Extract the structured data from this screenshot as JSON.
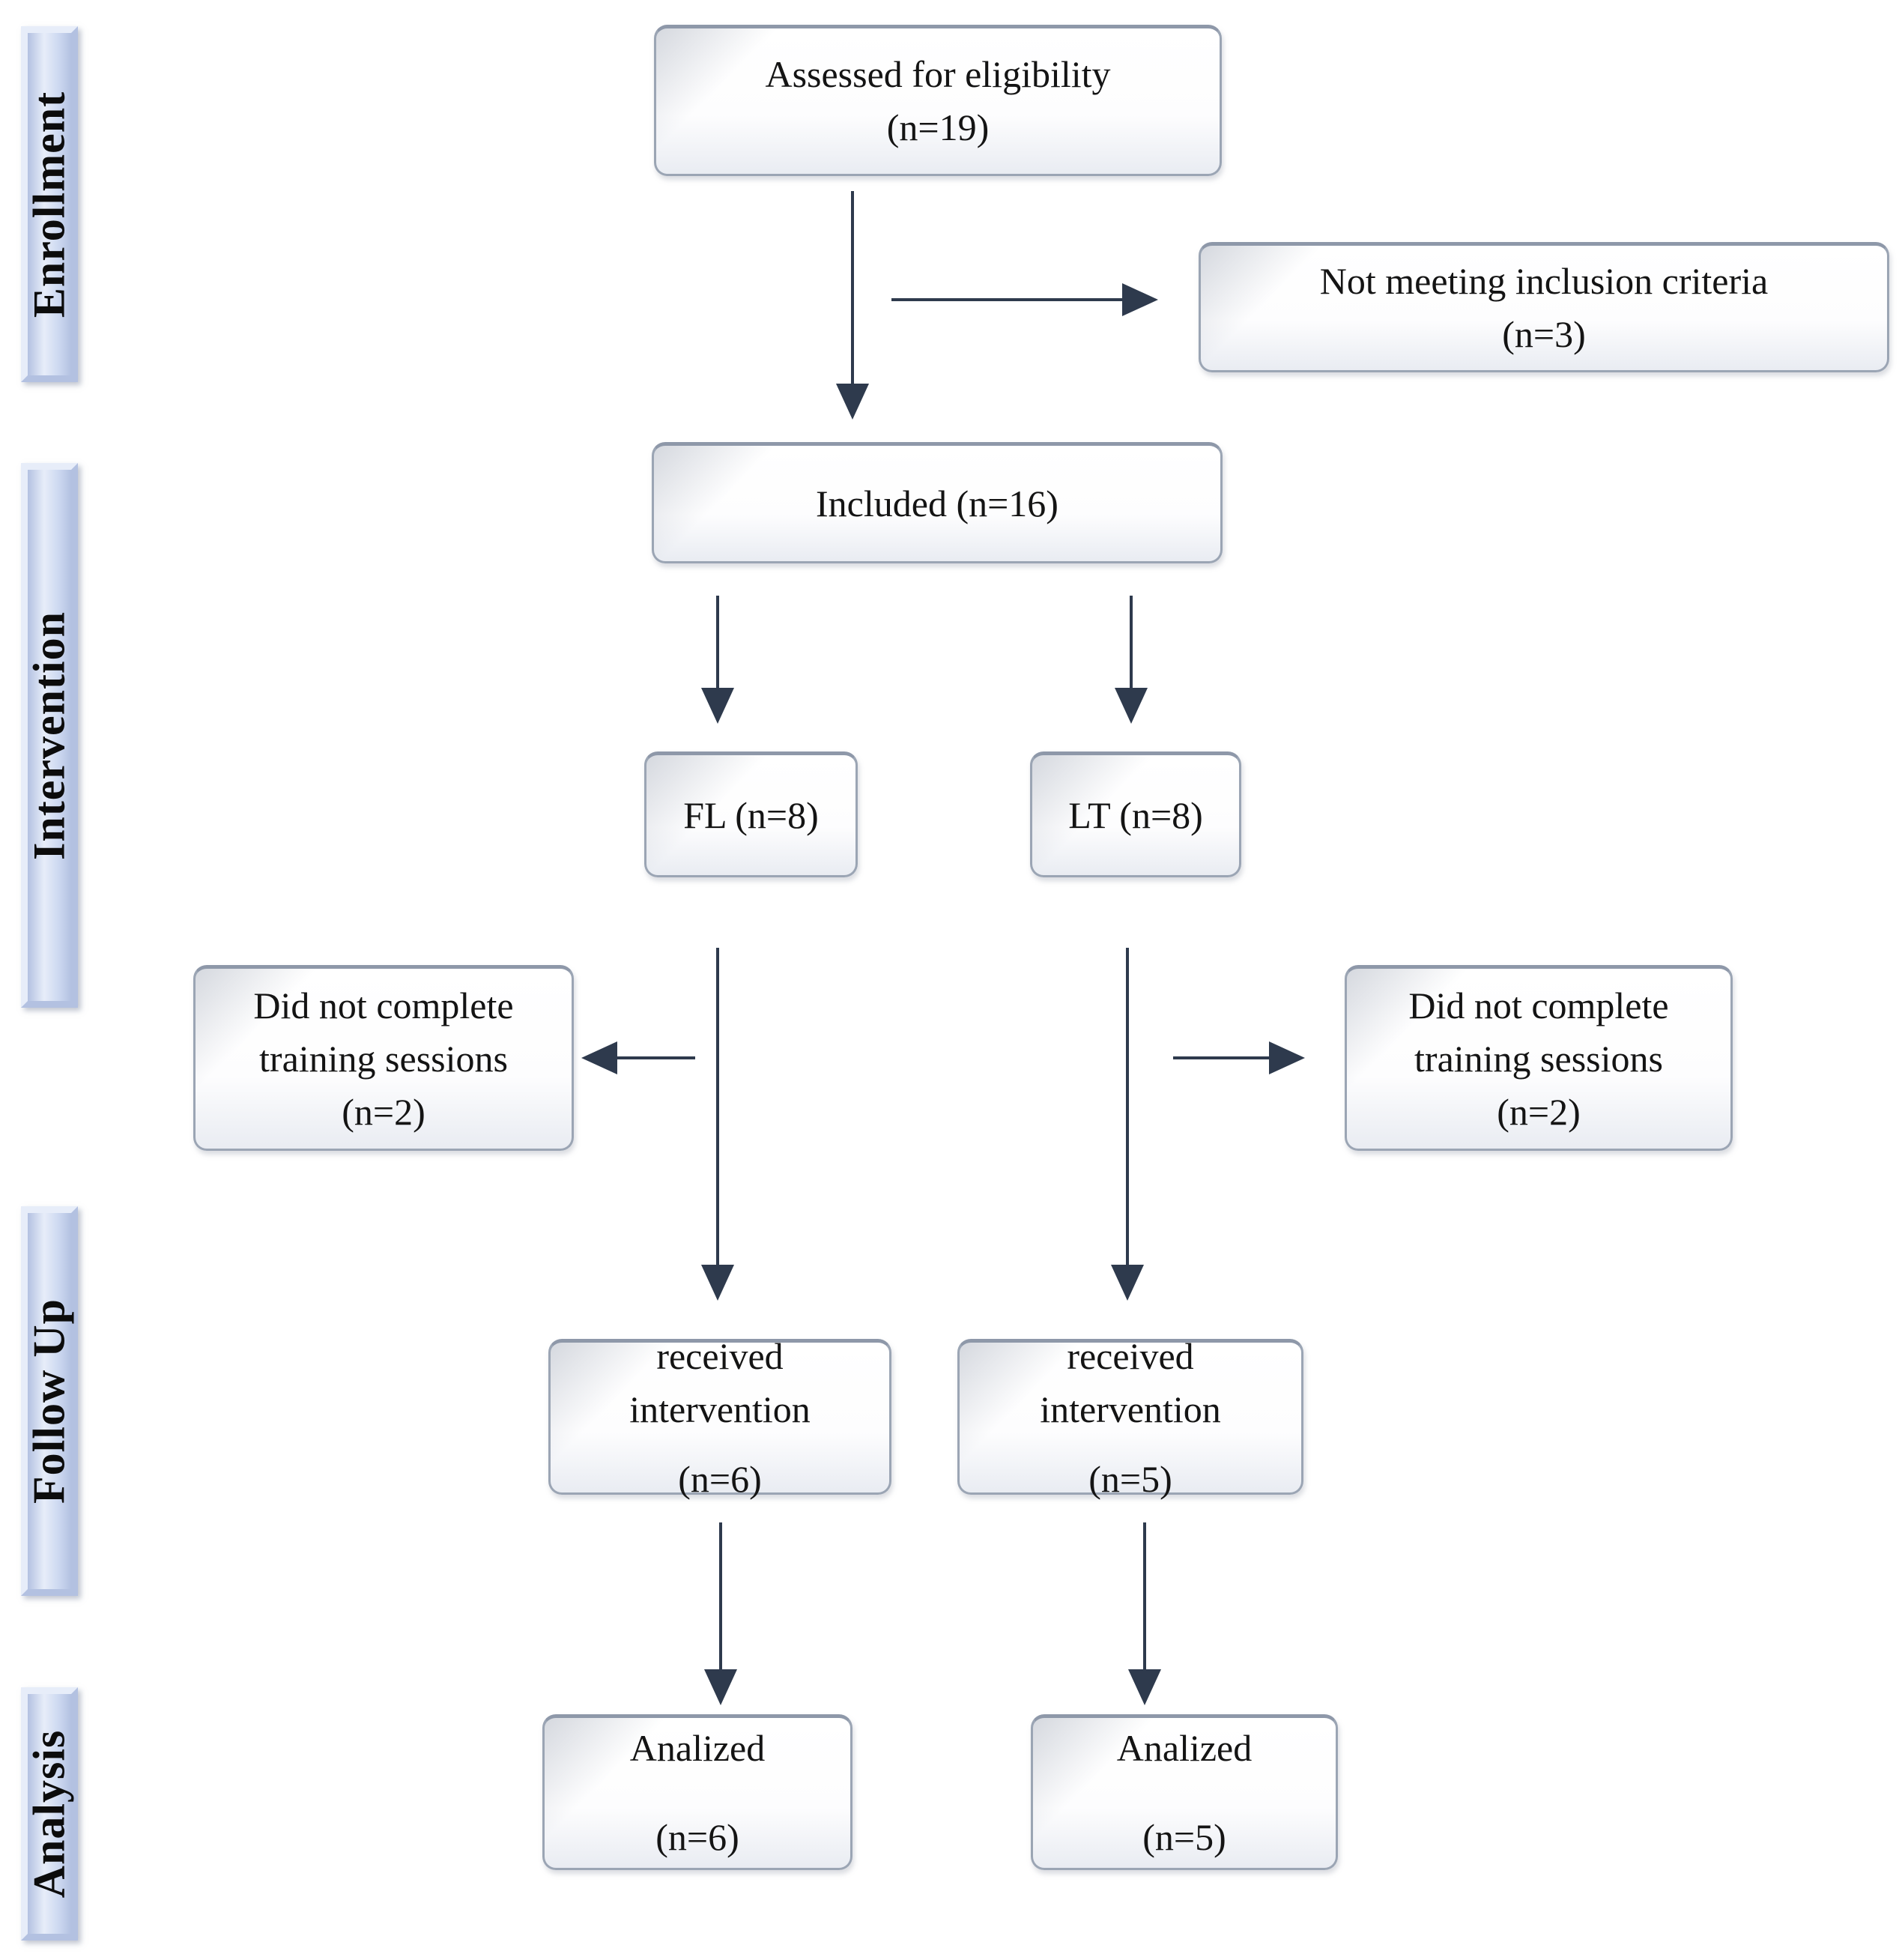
{
  "colors": {
    "arrow": "#2e3a4d",
    "box_border": "#9ba5b4",
    "box_border_top": "#8e98a9",
    "box_text": "#141414",
    "bar_light": "#e7edf9",
    "bar_mid": "#ccd8f0",
    "bar_dark": "#b3c1e1",
    "background": "#ffffff"
  },
  "sidebar": {
    "enrollment": {
      "label": "Enrollment"
    },
    "intervention": {
      "label": "Intervention"
    },
    "followup": {
      "label": "Follow Up"
    },
    "analysis": {
      "label": "Analysis"
    }
  },
  "boxes": {
    "assessed": {
      "title": "Assessed for eligibility",
      "n": "(n=19)"
    },
    "not_meeting": {
      "title": "Not meeting inclusion criteria",
      "n": "(n=3)"
    },
    "included": {
      "title": "Included (n=16)"
    },
    "fl": {
      "title": "FL (n=8)"
    },
    "lt": {
      "title": "LT (n=8)"
    },
    "dropout_fl": {
      "title": "Did not complete training sessions",
      "n": "(n=2)"
    },
    "dropout_lt": {
      "title": "Did not complete training sessions",
      "n": "(n=2)"
    },
    "received_fl": {
      "title": "received intervention",
      "n": "(n=6)"
    },
    "received_lt": {
      "title": "received intervention",
      "n": "(n=5)"
    },
    "analyzed_fl": {
      "title": "Analized",
      "n": "(n=6)"
    },
    "analyzed_lt": {
      "title": "Analized",
      "n": "(n=5)"
    }
  }
}
